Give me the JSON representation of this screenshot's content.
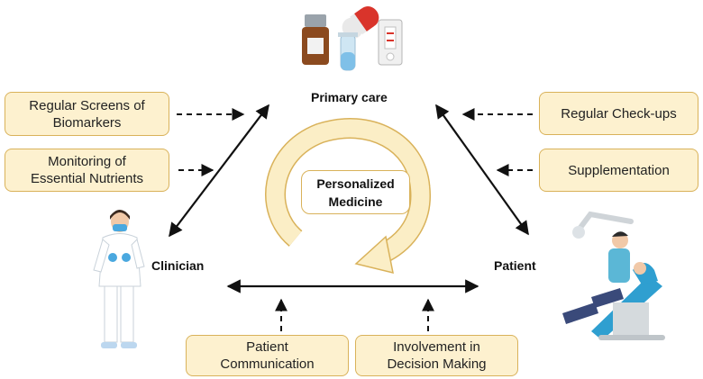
{
  "nodes": {
    "primary_care": "Primary care",
    "clinician": "Clinician",
    "patient": "Patient"
  },
  "center": {
    "line1": "Personalized",
    "line2": "Medicine"
  },
  "left_boxes": [
    {
      "line1": "Regular Screens of",
      "line2": "Biomarkers"
    },
    {
      "line1": "Monitoring of",
      "line2": "Essential Nutrients"
    }
  ],
  "right_boxes": [
    {
      "line1": "Regular Check-ups"
    },
    {
      "line1": "Supplementation"
    }
  ],
  "bottom_boxes": [
    {
      "line1": "Patient",
      "line2": "Communication"
    },
    {
      "line1": "Involvement in",
      "line2": "Decision Making"
    }
  ],
  "colors": {
    "box_fill": "#fdf1cf",
    "box_border": "#d9b25a",
    "cycle_arrow": "#fbeec6"
  }
}
